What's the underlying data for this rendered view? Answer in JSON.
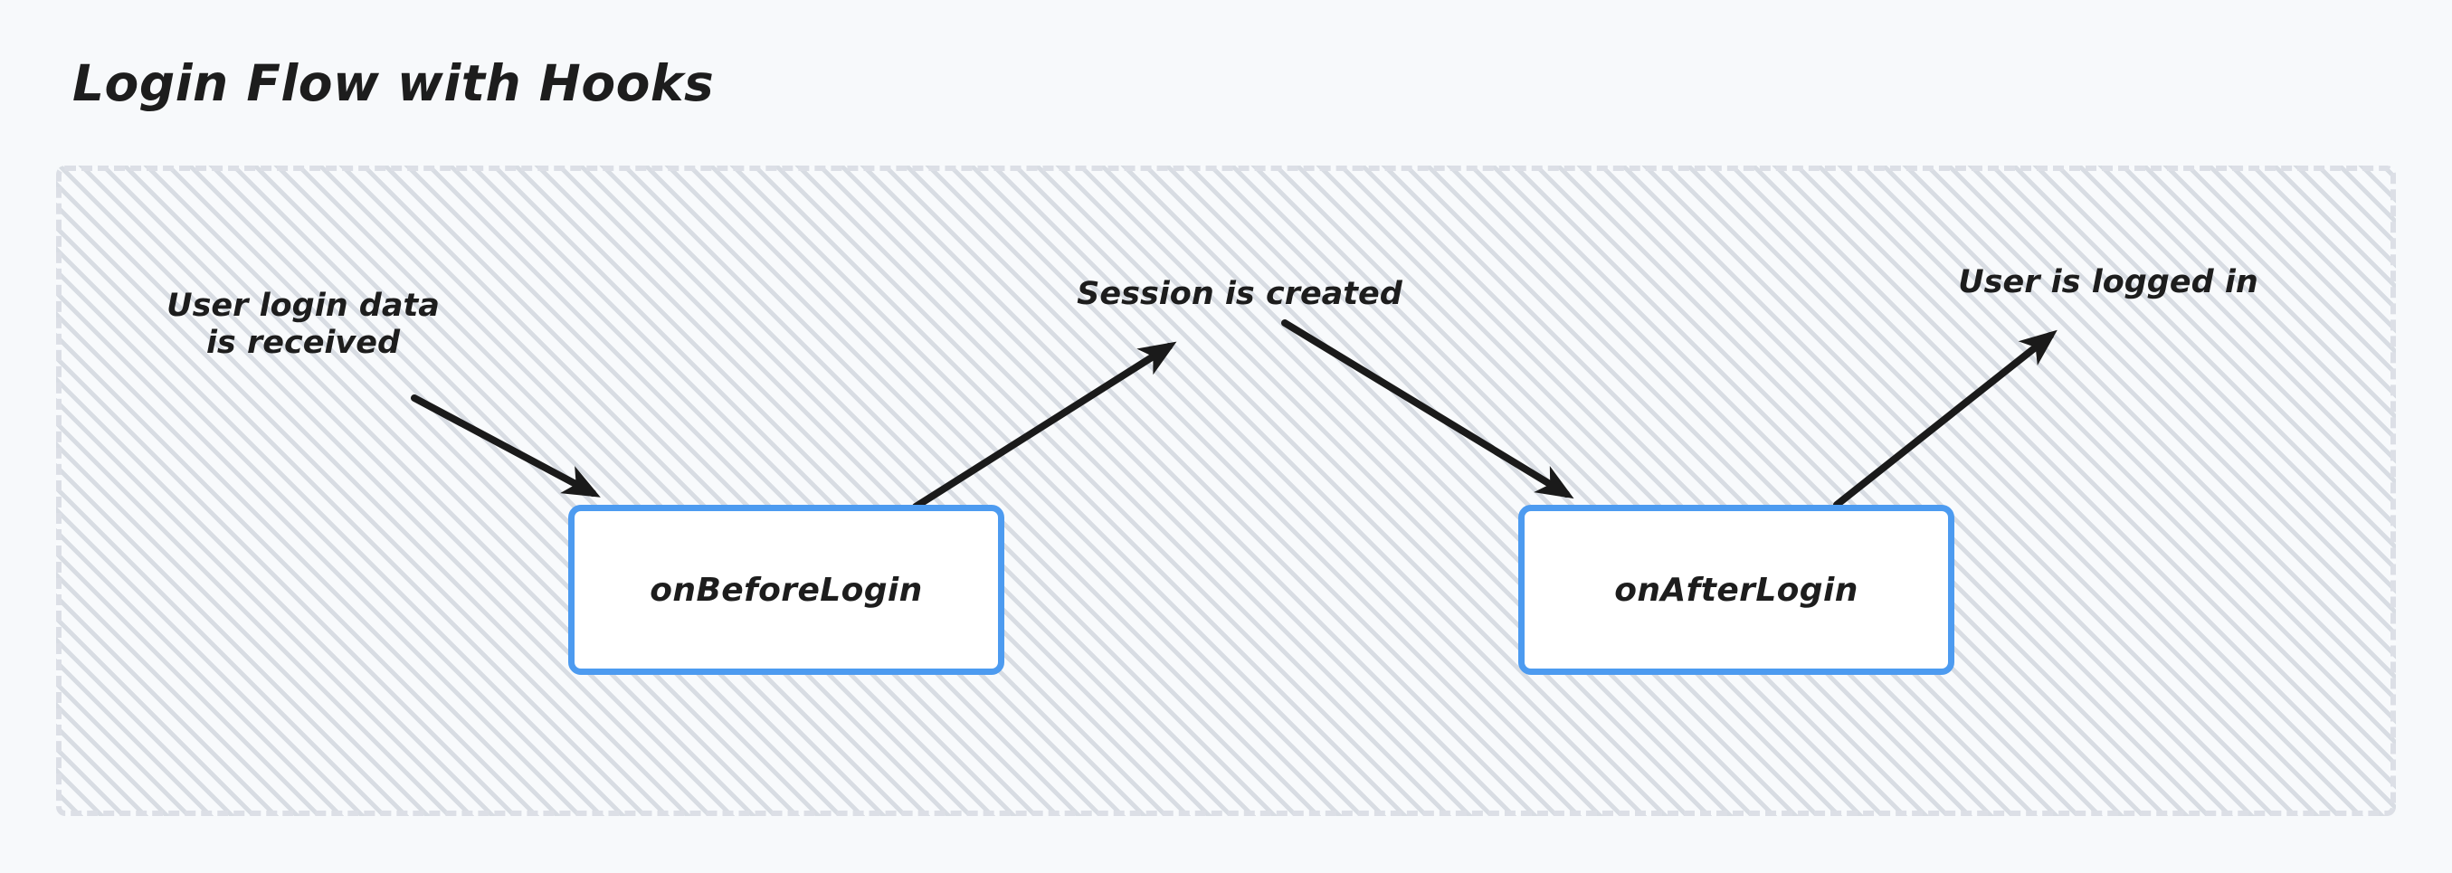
{
  "diagram": {
    "title": "Login Flow with Hooks",
    "type": "flow-diagram",
    "colors": {
      "page_background": "#f7f9fb",
      "frame_background": "#f8fafc",
      "frame_border": "#dcdfe6",
      "node_border": "#4d9bf0",
      "node_fill": "#ffffff",
      "text": "#1d1d1d",
      "arrow": "#1a1a1a"
    },
    "frame": {
      "border_style": "dashed",
      "fill_pattern": "diagonal-hatch"
    },
    "nodes": [
      {
        "id": "onBeforeLogin",
        "label": "onBeforeLogin"
      },
      {
        "id": "onAfterLogin",
        "label": "onAfterLogin"
      }
    ],
    "edge_labels": [
      {
        "id": "login-data",
        "text": "User login data\nis received"
      },
      {
        "id": "session-created",
        "text": "Session is created"
      },
      {
        "id": "user-logged-in",
        "text": "User is logged in"
      }
    ],
    "arrows": [
      {
        "id": "arrow-login-data-to-before",
        "from": "User login data is received",
        "to": "onBeforeLogin",
        "direction": "down-right"
      },
      {
        "id": "arrow-before-to-session",
        "from": "onBeforeLogin",
        "to": "Session is created",
        "direction": "up-right"
      },
      {
        "id": "arrow-session-to-after",
        "from": "Session is created",
        "to": "onAfterLogin",
        "direction": "down-right"
      },
      {
        "id": "arrow-after-to-logged-in",
        "from": "onAfterLogin",
        "to": "User is logged in",
        "direction": "up-right"
      }
    ]
  }
}
